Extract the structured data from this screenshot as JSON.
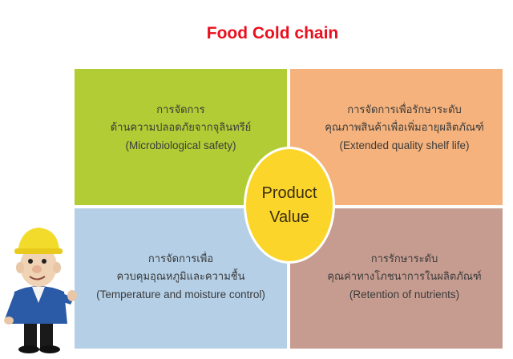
{
  "title": "Food Cold chain",
  "colors": {
    "title": "#e8101e",
    "top_left": "#b2cc35",
    "top_right": "#f5b27c",
    "bottom_left": "#b4cfe6",
    "bottom_right": "#c79c90",
    "hub": "#fcd52a"
  },
  "center": {
    "line1": "Product",
    "line2": "Value"
  },
  "quadrants": {
    "top_left": {
      "line1": "การจัดการ",
      "line2": "ด้านความปลอดภัยจากจุลินทรีย์",
      "english": "(Microbiological safety)"
    },
    "top_right": {
      "line1": "การจัดการเพื่อรักษาระดับ",
      "line2": "คุณภาพสินค้าเพื่อเพิ่มอายุผลิตภัณฑ์",
      "english": "(Extended quality shelf life)"
    },
    "bottom_left": {
      "line1": "การจัดการเพื่อ",
      "line2": "ควบคุมอุณหภูมิและความชื้น",
      "english": "(Temperature and moisture control)"
    },
    "bottom_right": {
      "line1": "การรักษาระดับ",
      "line2": "คุณค่าทางโภชนาการในผลิตภัณฑ์",
      "english": "(Retention of nutrients)"
    }
  },
  "illustration": "worker-mascot-hardhat"
}
